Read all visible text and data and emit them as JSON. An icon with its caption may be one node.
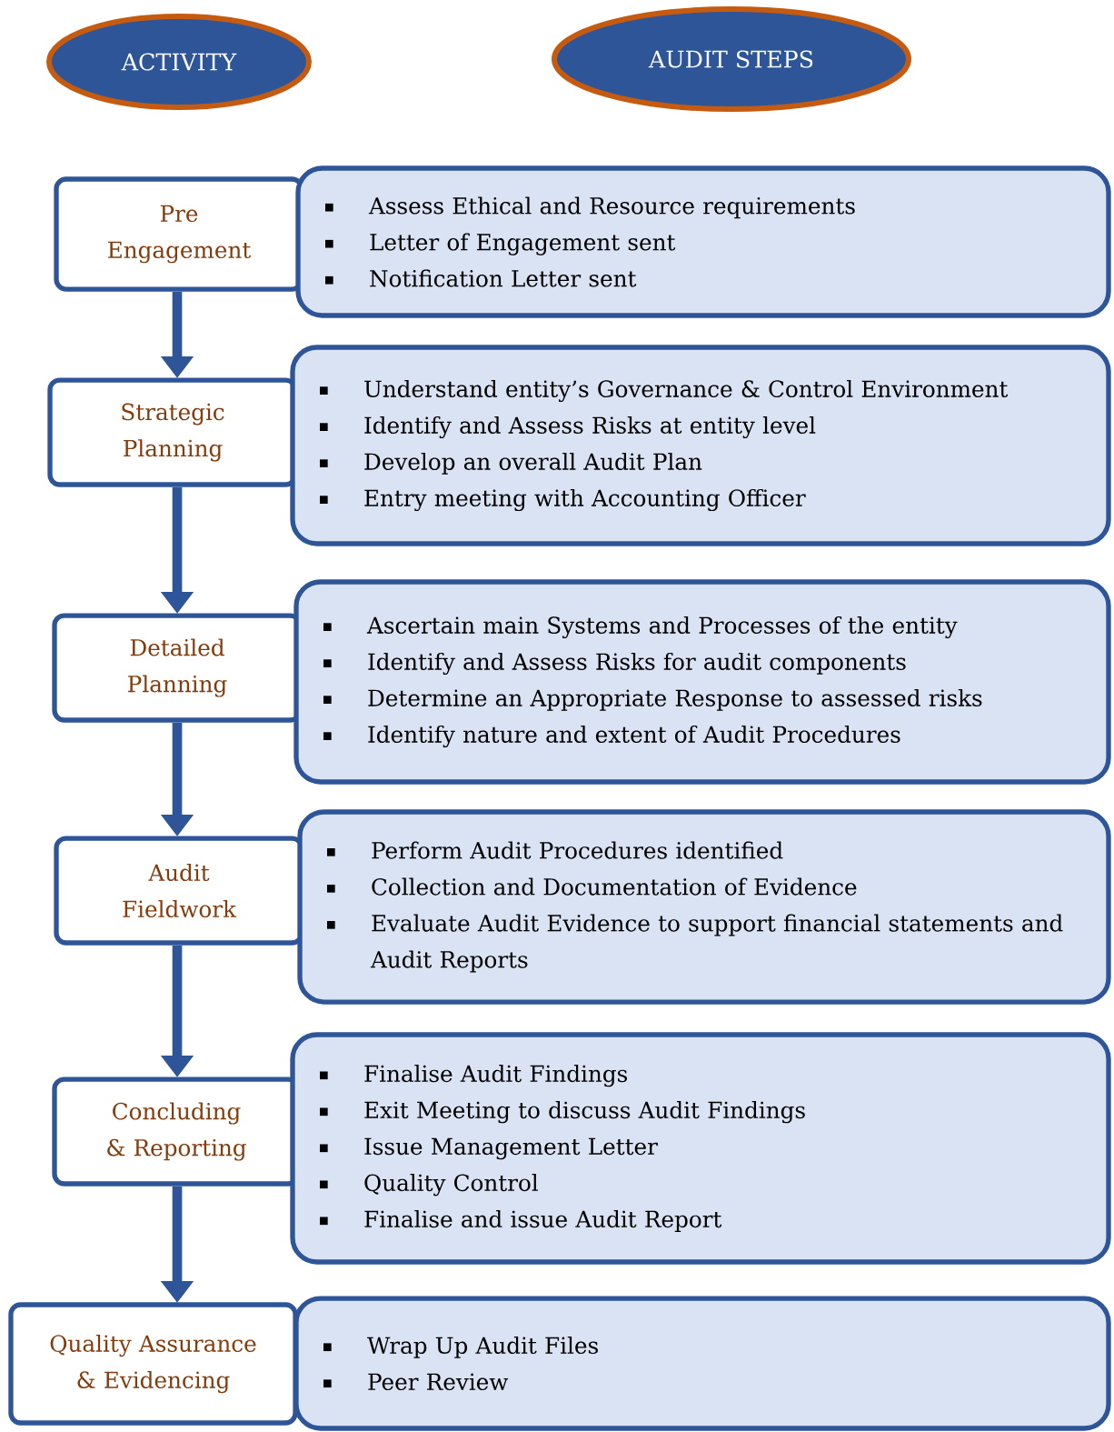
{
  "diagram": {
    "nodes": [
      {
        "text": [
          "ACTIVITY"
        ]
      },
      {
        "text": [
          "AUDIT STEPS"
        ]
      },
      {
        "text": [
          "Pre Engagement"
        ]
      },
      {
        "text": [
          "Assess Ethical and Resource requirements",
          "Letter of Engagement sent",
          "Notification Letter sent"
        ]
      },
      {
        "text": [
          "Strategic Planning"
        ]
      },
      {
        "text": [
          "Understand entity’s  Governance & Control Environment",
          "Identify and Assess Risks at entity level",
          "Develop an overall Audit Plan",
          "Entry meeting with Accounting Officer"
        ]
      },
      {
        "text": [
          "Detailed Planning"
        ]
      },
      {
        "text": [
          "Ascertain main Systems and Processes of the entity",
          "Identify and Assess Risks for audit components",
          "Determine an Appropriate Response to assessed risks",
          "Identify nature and extent of Audit Procedures"
        ]
      },
      {
        "text": [
          "Audit Fieldwork"
        ]
      },
      {
        "text": [
          "Perform Audit Procedures identified",
          "Collection and Documentation of Evidence",
          "Evaluate Audit Evidence to support financial statements and Audit Reports"
        ]
      },
      {
        "text": [
          "Concluding & Reporting"
        ]
      },
      {
        "text": [
          "Finalise Audit Findings",
          "Exit Meeting to discuss Audit Findings",
          "Issue Management Letter",
          "Quality Control",
          "Finalise and issue Audit Report"
        ]
      },
      {
        "text": [
          "Quality Assurance & Evidencing"
        ]
      },
      {
        "text": [
          "Wrap Up Audit Files",
          "Peer Review"
        ]
      }
    ],
    "edges": [
      {
        "from": 2,
        "to": 4,
        "arrow": "to"
      },
      {
        "from": 4,
        "to": 6,
        "arrow": "to"
      },
      {
        "from": 6,
        "to": 8,
        "arrow": "to"
      },
      {
        "from": 8,
        "to": 10,
        "arrow": "to"
      },
      {
        "from": 10,
        "to": 12,
        "arrow": "to"
      }
    ]
  }
}
